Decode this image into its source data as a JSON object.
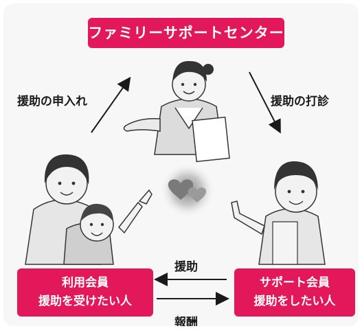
{
  "center": {
    "label": "ファミリーサポートセンター"
  },
  "flows": {
    "request": "援助の申入れ",
    "arrange": "援助の打診",
    "help": "援助",
    "reward": "報酬"
  },
  "user_member": {
    "line1": "利用会員",
    "line2": "援助を受けたい人"
  },
  "support_member": {
    "line1": "サポート会員",
    "line2": "援助をしたい人"
  },
  "colors": {
    "accent": "#e2185a",
    "text": "#1a1a1a",
    "background": "#f7f7f7"
  }
}
